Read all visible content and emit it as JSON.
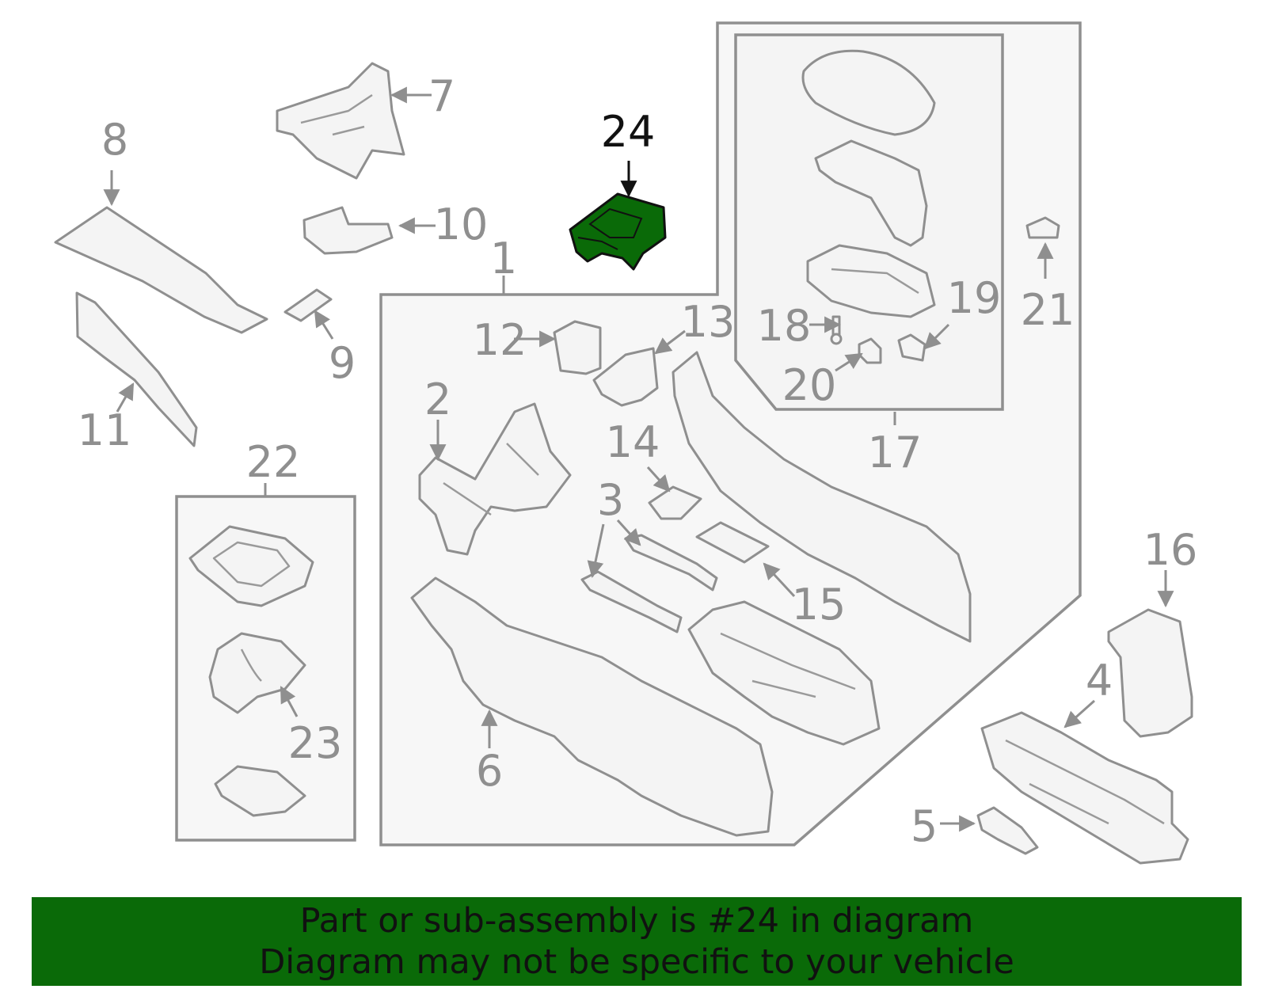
{
  "diagram": {
    "highlighted_part": "24",
    "highlight_color": "#0a6a08",
    "line_color": "#8f8f8f",
    "labels": {
      "p1": "1",
      "p2": "2",
      "p3": "3",
      "p4": "4",
      "p5": "5",
      "p6": "6",
      "p7": "7",
      "p8": "8",
      "p9": "9",
      "p10": "10",
      "p11": "11",
      "p12": "12",
      "p13": "13",
      "p14": "14",
      "p15": "15",
      "p16": "16",
      "p17": "17",
      "p18": "18",
      "p19": "19",
      "p20": "20",
      "p21": "21",
      "p22": "22",
      "p23": "23",
      "p24": "24"
    }
  },
  "banner": {
    "line1": "Part or sub-assembly is #24 in diagram",
    "line2": "Diagram may not be specific to your vehicle",
    "background": "#0a6a08"
  }
}
